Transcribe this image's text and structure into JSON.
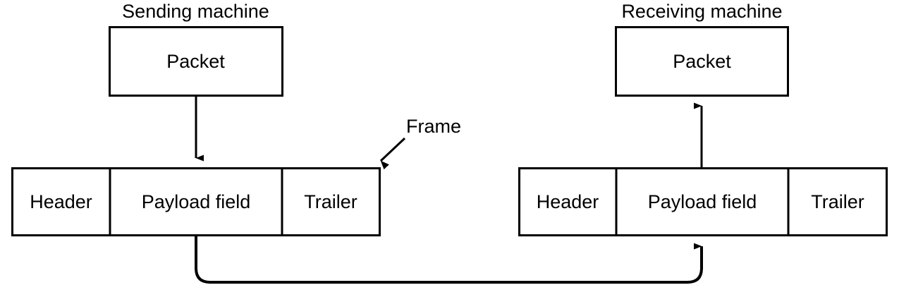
{
  "figure": {
    "background_color": "#ffffff",
    "stroke_color": "#000000",
    "text_color": "#000000"
  },
  "sending": {
    "title": "Sending machine",
    "packet_label": "Packet",
    "frame": {
      "header_label": "Header",
      "payload_label": "Payload field",
      "trailer_label": "Trailer"
    }
  },
  "receiving": {
    "title": "Receiving machine",
    "packet_label": "Packet",
    "frame": {
      "header_label": "Header",
      "payload_label": "Payload field",
      "trailer_label": "Trailer"
    }
  },
  "annotations": {
    "frame_callout": "Frame"
  }
}
